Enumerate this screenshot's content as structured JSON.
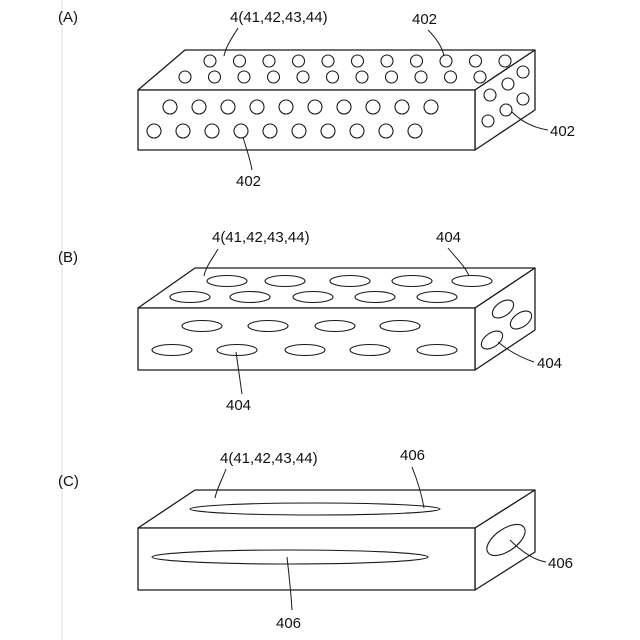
{
  "panels": [
    {
      "label": "(A)",
      "body_ref": "4(41,42,43,44)",
      "top_ref": "402",
      "side_ref": "402",
      "front_ref": "402"
    },
    {
      "label": "(B)",
      "body_ref": "4(41,42,43,44)",
      "top_ref": "404",
      "side_ref": "404",
      "front_ref": "404"
    },
    {
      "label": "(C)",
      "body_ref": "4(41,42,43,44)",
      "top_ref": "406",
      "side_ref": "406",
      "front_ref": "406"
    }
  ],
  "colors": {
    "line": "#1a1a1a",
    "background": "#ffffff",
    "text": "#111111"
  }
}
